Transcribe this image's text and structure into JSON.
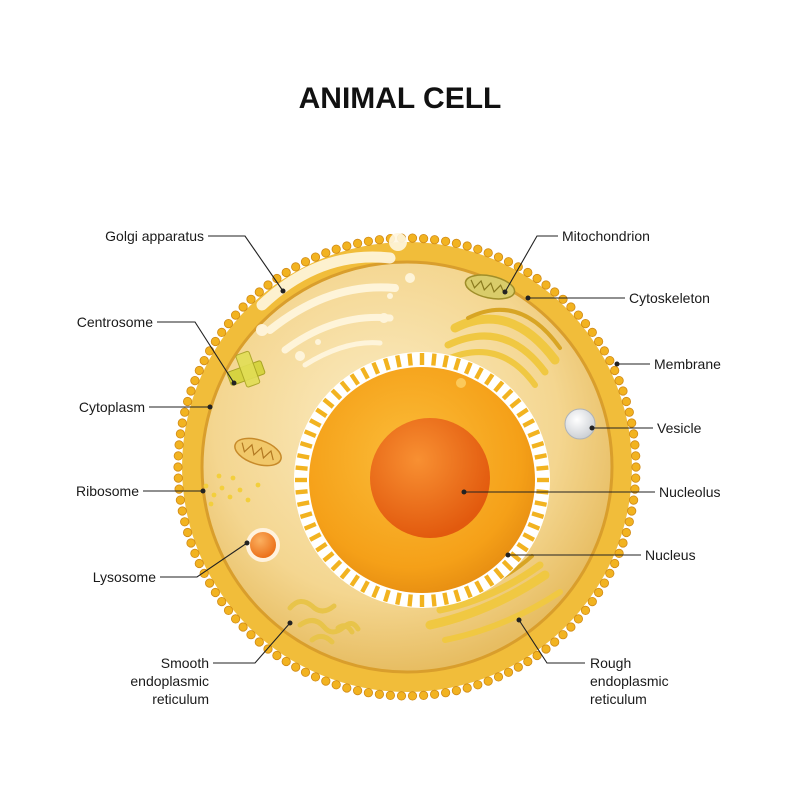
{
  "title": "ANIMAL CELL",
  "labels": {
    "golgi": "Golgi apparatus",
    "centrosome": "Centrosome",
    "cytoplasm": "Cytoplasm",
    "ribosome": "Ribosome",
    "lysosome": "Lysosome",
    "smooth_er": [
      "Smooth",
      "endoplasmic",
      "reticulum"
    ],
    "mitochondrion": "Mitochondrion",
    "cytoskeleton": "Cytoskeleton",
    "membrane": "Membrane",
    "vesicle": "Vesicle",
    "nucleolus": "Nucleolus",
    "nucleus": "Nucleus",
    "rough_er": [
      "Rough",
      "endoplasmic",
      "reticulum"
    ]
  },
  "colors": {
    "membrane": "#f2b320",
    "membrane_dark": "#d8941a",
    "cytoplasm": "#f6dfa1",
    "nucleus": "#f7a317",
    "nucleolus": "#f06a10",
    "lysosome": "#f27b1c",
    "organelle": "#f3c54a",
    "leader": "#222222"
  }
}
